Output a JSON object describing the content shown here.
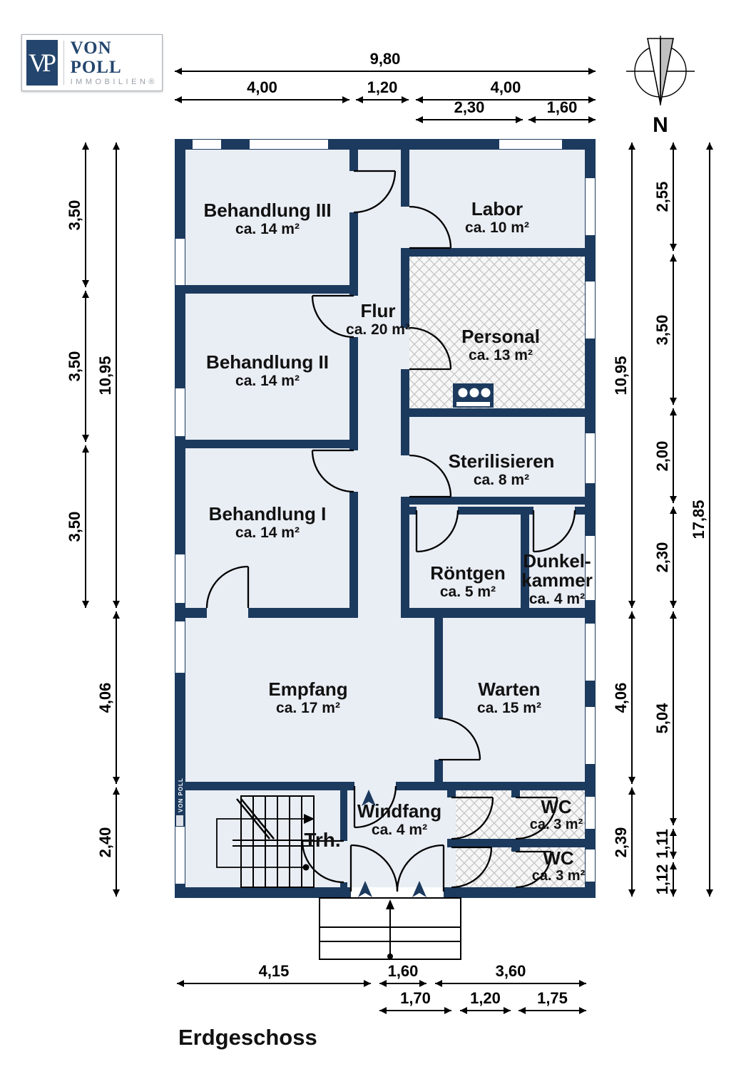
{
  "title": "Erdgeschoss",
  "logo": {
    "initials": "VP",
    "brand": "VON POLL",
    "subtitle": "IMMOBILIEN®"
  },
  "compass": {
    "label": "N"
  },
  "watermark": "VON POLL",
  "colors": {
    "wall": "#1c3a5e",
    "floor": "#e9edf4",
    "hatch_line": "#c5c5c5",
    "door_line": "#000000",
    "logo_navy": "#24466e",
    "logo_gray": "#9aa0a7"
  },
  "rooms": {
    "behandlung3": {
      "name": "Behandlung III",
      "area": "ca. 14 m²"
    },
    "labor": {
      "name": "Labor",
      "area": "ca. 10 m²"
    },
    "flur": {
      "name": "Flur",
      "area": "ca. 20 m²"
    },
    "personal": {
      "name": "Personal",
      "area": "ca. 13 m²"
    },
    "behandlung2": {
      "name": "Behandlung II",
      "area": "ca. 14 m²"
    },
    "sterilisieren": {
      "name": "Sterilisieren",
      "area": "ca. 8 m²"
    },
    "behandlung1": {
      "name": "Behandlung I",
      "area": "ca. 14 m²"
    },
    "roentgen": {
      "name": "Röntgen",
      "area": "ca. 5 m²"
    },
    "dunkelkammer": {
      "name_line1": "Dunkel-",
      "name_line2": "kammer",
      "area": "ca. 4 m²"
    },
    "empfang": {
      "name": "Empfang",
      "area": "ca. 17 m²"
    },
    "warten": {
      "name": "Warten",
      "area": "ca. 15 m²"
    },
    "windfang": {
      "name": "Windfang",
      "area": "ca. 4 m²"
    },
    "treppenhaus": {
      "name": "Trh."
    },
    "wc_upper": {
      "name": "WC",
      "area": "ca. 3 m²"
    },
    "wc_lower": {
      "name": "WC",
      "area": "ca. 3 m²"
    }
  },
  "dimensions": {
    "top": {
      "total": "9,80",
      "left_room": "4,00",
      "corridor": "1,20",
      "right_room": "4,00",
      "labor_wall": "2,30",
      "labor_window": "1,60"
    },
    "left": {
      "behandlung3": "3,50",
      "behandlung2": "3,50",
      "behandlung1": "3,50",
      "upper_total": "10,95",
      "empfang": "4,06",
      "treppenhaus": "2,40"
    },
    "right": {
      "upper_total": "10,95",
      "warten": "4,06",
      "wc_block": "2,39",
      "labor": "2,55",
      "personal": "3,50",
      "sterilisieren": "2,00",
      "roentgen": "2,30",
      "warten_outer": "5,04",
      "wc_upper": "1,11",
      "wc_lower": "1,12",
      "total": "17,85"
    },
    "bottom": {
      "left": "4,15",
      "entrance": "1,60",
      "right": "3,60",
      "porch_left": "1,70",
      "porch_mid": "1,20",
      "porch_right": "1,75"
    }
  }
}
